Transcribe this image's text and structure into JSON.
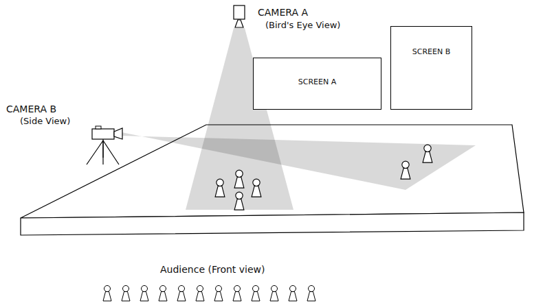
{
  "diagram": {
    "nodes": [
      {
        "text": [
          "SCREEN A"
        ]
      },
      {
        "text": [
          "SCREEN B"
        ]
      }
    ],
    "labels": [
      "CAMERA A",
      "(Bird's Eye View)",
      "CAMERA B",
      "(Side View)",
      "Audience (Front view)"
    ]
  }
}
